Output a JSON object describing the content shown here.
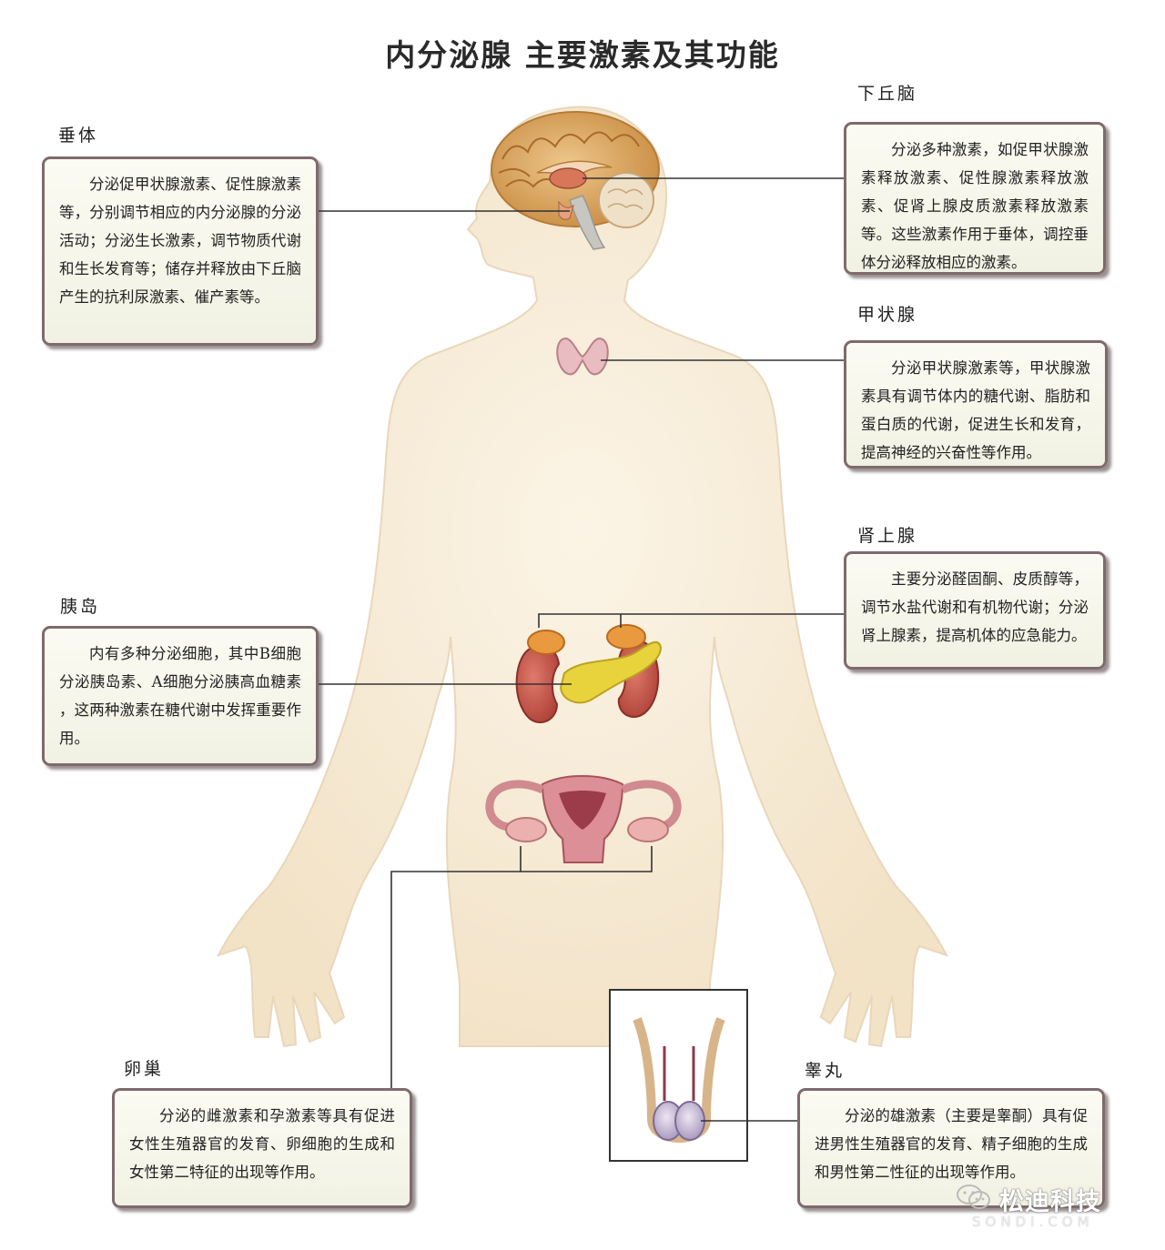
{
  "title": "内分泌腺  主要激素及其功能",
  "glands": {
    "hypothalamus": {
      "label": "下丘脑",
      "text": "分泌多种激素，如促甲状腺激素释放激素、促性腺激素释放激素、促肾上腺皮质激素释放激素等。这些激素作用于垂体，调控垂体分泌释放相应的激素。"
    },
    "pituitary": {
      "label": "垂体",
      "text": "分泌促甲状腺激素、促性腺激素等，分别调节相应的内分泌腺的分泌活动；分泌生长激素，调节物质代谢和生长发育等；储存并释放由下丘脑产生的抗利尿激素、催产素等。"
    },
    "thyroid": {
      "label": "甲状腺",
      "text": "分泌甲状腺激素等，甲状腺激素具有调节体内的糖代谢、脂肪和蛋白质的代谢，促进生长和发育，提高神经的兴奋性等作用。"
    },
    "adrenal": {
      "label": "肾上腺",
      "text": "主要分泌醛固酮、皮质醇等，调节水盐代谢和有机物代谢；分泌肾上腺素，提高机体的应急能力。"
    },
    "pancreatic_islet": {
      "label": "胰岛",
      "text": "内有多种分泌细胞，其中B细胞分泌胰岛素、A细胞分泌胰高血糖素 ，这两种激素在糖代谢中发挥重要作用。"
    },
    "ovary": {
      "label": "卵巢",
      "text": "分泌的雌激素和孕激素等具有促进女性生殖器官的发育、卵细胞的生成和女性第二特征的出现等作用。"
    },
    "testis": {
      "label": "睾丸",
      "text": "分泌的雄激素（主要是睾酮）具有促进男性生殖器官的发育、精子细胞的生成和男性第二性征的出现等作用。"
    }
  },
  "watermark": {
    "text": "松迪科技",
    "sub": "SONDI.COM",
    "icon": "wechat-icon"
  },
  "colors": {
    "skin": "#f7ecd9",
    "box_border": "#7f6a6c",
    "box_fill": "#f5f5e9",
    "leader_line": "#333333",
    "brain": "#d7a25f",
    "thyroid": "#e7bcc0",
    "kidney": "#c8574c",
    "adrenal": "#e8943a",
    "pancreas": "#e8d33c",
    "uterus": "#d88b92"
  }
}
